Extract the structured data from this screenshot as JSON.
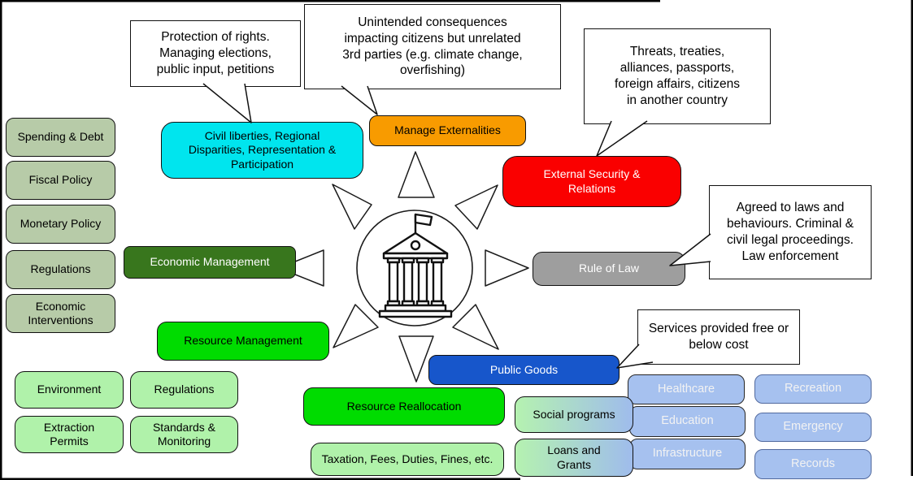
{
  "diagram": {
    "subject": "Functions of government diagram",
    "center_icon": "bank-building-icon"
  },
  "functions": [
    {
      "id": "civil-liberties",
      "label": "Civil liberties, Regional Disparities, Representation & Participation",
      "color": "#00E5EE",
      "text_color": "#000000"
    },
    {
      "id": "manage-externalities",
      "label": "Manage Externalities",
      "color": "#F89B00",
      "text_color": "#000000"
    },
    {
      "id": "external-security",
      "label": "External Security & Relations",
      "color": "#FA0000",
      "text_color": "#FFFFFF"
    },
    {
      "id": "rule-of-law",
      "label": "Rule of Law",
      "color": "#9E9E9E",
      "text_color": "#FFFFFF"
    },
    {
      "id": "economic-management",
      "label": "Economic Management",
      "color": "#38761D",
      "text_color": "#FFFFFF"
    },
    {
      "id": "resource-management",
      "label": "Resource Management",
      "color": "#00DC00",
      "text_color": "#000000"
    },
    {
      "id": "public-goods",
      "label": "Public Goods",
      "color": "#1756CB",
      "text_color": "#FFFFFF"
    },
    {
      "id": "resource-reallocation",
      "label": "Resource Reallocation",
      "color": "#00DC00",
      "text_color": "#000000"
    }
  ],
  "callouts": [
    {
      "id": "civil-liberties-note",
      "text": "Protection of rights. Managing elections, public input, petitions"
    },
    {
      "id": "externalities-note",
      "text": "Unintended consequences impacting citizens but unrelated 3rd parties (e.g. climate change, overfishing)"
    },
    {
      "id": "external-security-note",
      "text": "Threats, treaties, alliances, passports, foreign affairs, citizens in another country"
    },
    {
      "id": "rule-of-law-note",
      "text": "Agreed to laws and behaviours. Criminal & civil legal proceedings. Law enforcement"
    },
    {
      "id": "public-goods-note",
      "text": "Services provided free or below cost"
    }
  ],
  "economic_tools": {
    "color": "#B7CBA8",
    "items": [
      "Spending & Debt",
      "Fiscal Policy",
      "Monetary Policy",
      "Regulations",
      "Economic Interventions"
    ]
  },
  "resource_tools": {
    "color": "#B0F2AA",
    "items": [
      "Environment",
      "Regulations",
      "Extraction Permits",
      "Standards & Monitoring"
    ]
  },
  "reallocation_tools": {
    "color": "#B0F2AA",
    "items": [
      "Taxation, Fees, Duties, Fines, etc."
    ]
  },
  "public_goods_detail": {
    "program_boxes": {
      "gradient": [
        "#B5F2B0",
        "#9FBCEC"
      ],
      "items": [
        "Social programs",
        "Loans and Grants"
      ]
    },
    "service_boxes": {
      "color": "#A6C1EF",
      "text_color": "#F2F2F2",
      "items": [
        "Healthcare",
        "Education",
        "Infrastructure",
        "Recreation",
        "Emergency",
        "Records"
      ]
    }
  }
}
